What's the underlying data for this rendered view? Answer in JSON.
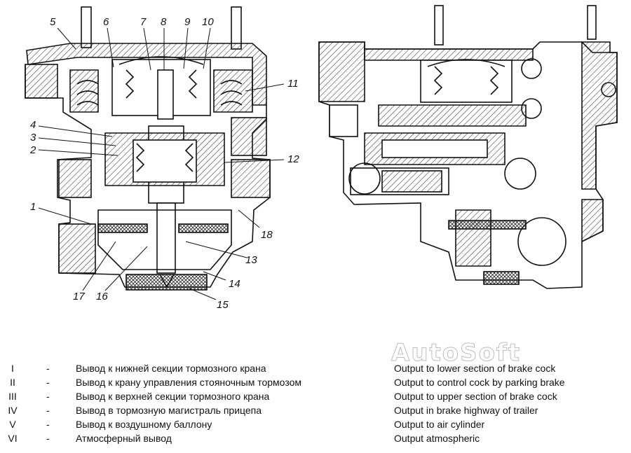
{
  "callouts": [
    "1",
    "2",
    "3",
    "4",
    "5",
    "6",
    "7",
    "8",
    "9",
    "10",
    "11",
    "12",
    "13",
    "14",
    "15",
    "16",
    "17",
    "18"
  ],
  "watermark": "AutoSoft",
  "legend": [
    {
      "numeral": "I",
      "dash": "-",
      "ru": "Вывод к нижней секции тормозного крана",
      "en": "Output to lower section of brake cock"
    },
    {
      "numeral": "II",
      "dash": "-",
      "ru": "Вывод к крану управления стояночным тормозом",
      "en": "Output to control cock by parking brake"
    },
    {
      "numeral": "III",
      "dash": "-",
      "ru": "Вывод к верхней секции тормозного крана",
      "en": "Output to upper section of brake cock"
    },
    {
      "numeral": "IV",
      "dash": "-",
      "ru": "Вывод в тормозную магистраль прицепа",
      "en": "Output in brake highway of trailer"
    },
    {
      "numeral": "V",
      "dash": "-",
      "ru": "Вывод к воздушному баллону",
      "en": "Output to air cylinder"
    },
    {
      "numeral": "VI",
      "dash": "-",
      "ru": "Атмосферный вывод",
      "en": "Output atmospheric"
    }
  ]
}
